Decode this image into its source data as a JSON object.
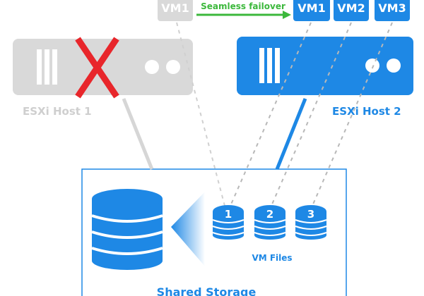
{
  "failover_label": "Seamless failover",
  "source_vm": "VM1",
  "target_vms": [
    "VM1",
    "VM2",
    "VM3"
  ],
  "host1": {
    "label": "ESXi Host 1",
    "status": "failed"
  },
  "host2": {
    "label": "ESXi Host 2"
  },
  "storage": {
    "title": "Shared Storage",
    "files_label": "VM Files",
    "files": [
      "1",
      "2",
      "3"
    ]
  },
  "colors": {
    "blue": "#1e88e5",
    "gray": "#d9d9d9",
    "red": "#e8262b",
    "green": "#3cb83c",
    "label_gray": "#cfcfcf"
  }
}
